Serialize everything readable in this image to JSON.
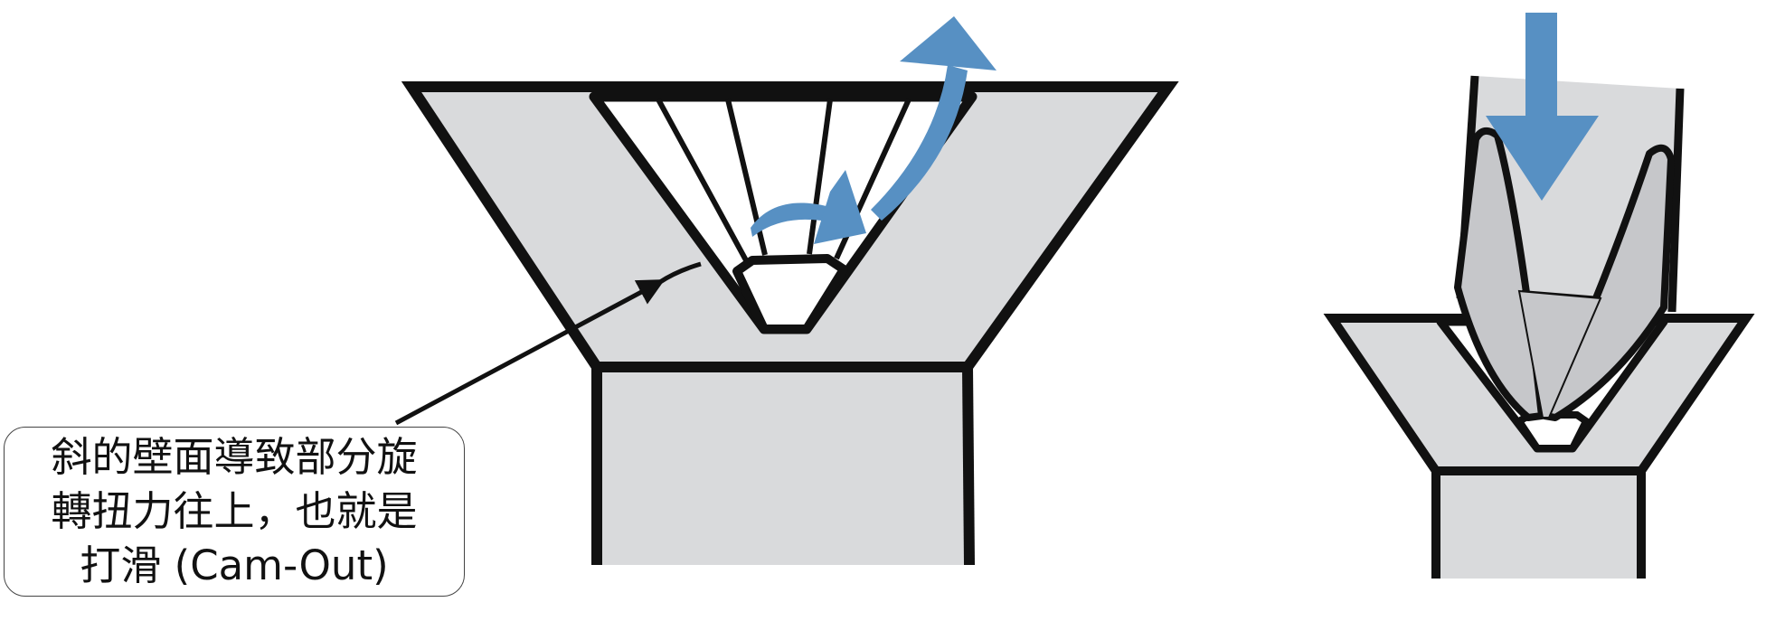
{
  "callout": {
    "lines": [
      "斜的壁面導致部分旋",
      "轉扭力往上，也就是",
      "打滑 (Cam-Out)"
    ]
  },
  "colors": {
    "metal_fill": "#d9dadc",
    "bit_fill": "#c6c7ca",
    "outline": "#111111",
    "arrow_blue": "#5790c3",
    "background": "#ffffff"
  },
  "icons": {
    "cam_out_arrow": "curved-arrow-up-icon",
    "rotation_arrow": "curved-arrow-right-icon",
    "pointer_arrow": "pointer-arrow-icon",
    "push_arrow": "arrow-down-icon"
  }
}
